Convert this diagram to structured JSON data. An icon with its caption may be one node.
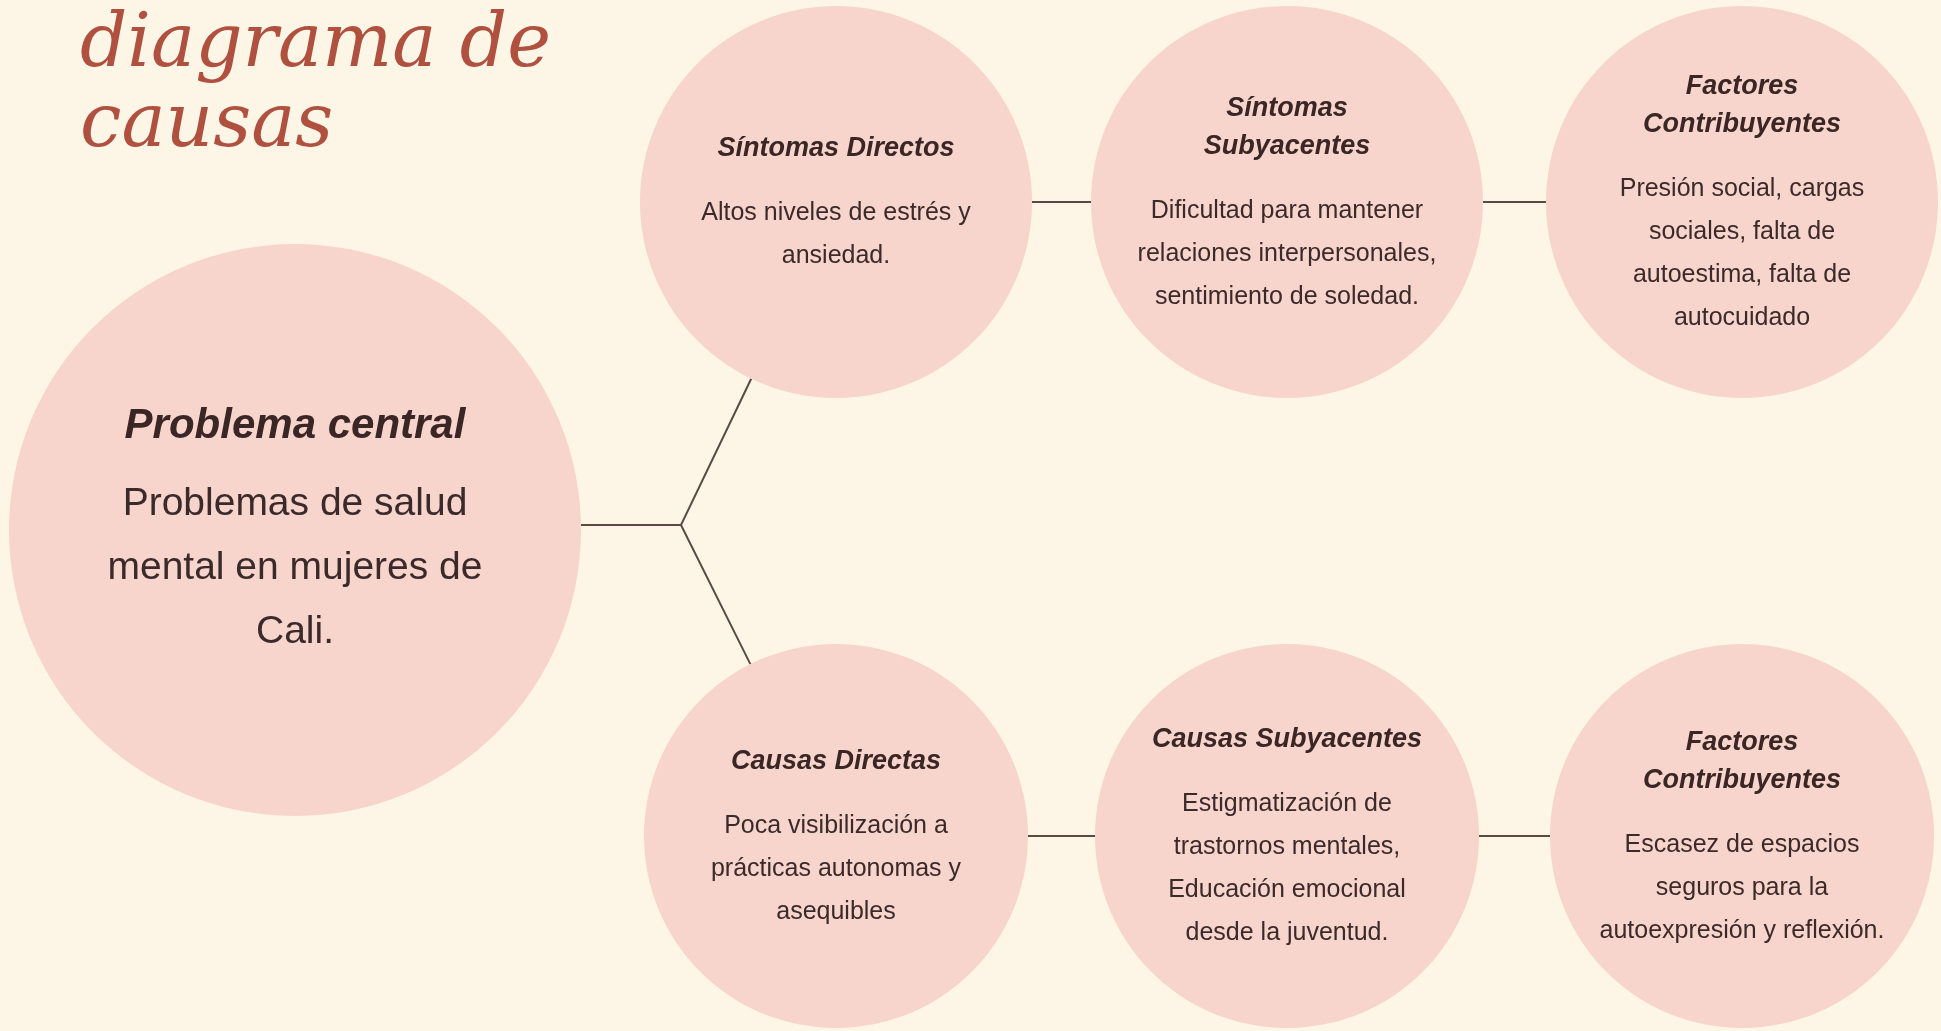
{
  "diagram": {
    "title": "diagrama de causas",
    "nodes": [
      {
        "text": [
          "Problema central",
          "Problemas de salud mental en mujeres de Cali."
        ]
      },
      {
        "text": [
          "Síntomas Directos",
          "Altos niveles de estrés y ansiedad."
        ]
      },
      {
        "text": [
          "Síntomas Subyacentes",
          "Dificultad para mantener relaciones interpersonales, sentimiento de soledad."
        ]
      },
      {
        "text": [
          "Factores Contribuyentes",
          "Presión social, cargas sociales, falta de autoestima, falta de autocuidado"
        ]
      },
      {
        "text": [
          "Causas Directas",
          "Poca visibilización a prácticas autonomas y asequibles"
        ]
      },
      {
        "text": [
          "Causas Subyacentes",
          "Estigmatización de trastornos mentales, Educación emocional desde la juventud."
        ]
      },
      {
        "text": [
          "Factores Contribuyentes",
          "Escasez de espacios seguros para la autoexpresión y reflexión."
        ]
      }
    ],
    "edges": [
      {
        "from": 0,
        "to": 1,
        "arrow": "none"
      },
      {
        "from": 0,
        "to": 4,
        "arrow": "none"
      },
      {
        "from": 1,
        "to": 2,
        "arrow": "none"
      },
      {
        "from": 2,
        "to": 3,
        "arrow": "none"
      },
      {
        "from": 4,
        "to": 5,
        "arrow": "none"
      },
      {
        "from": 5,
        "to": 6,
        "arrow": "none"
      }
    ]
  }
}
